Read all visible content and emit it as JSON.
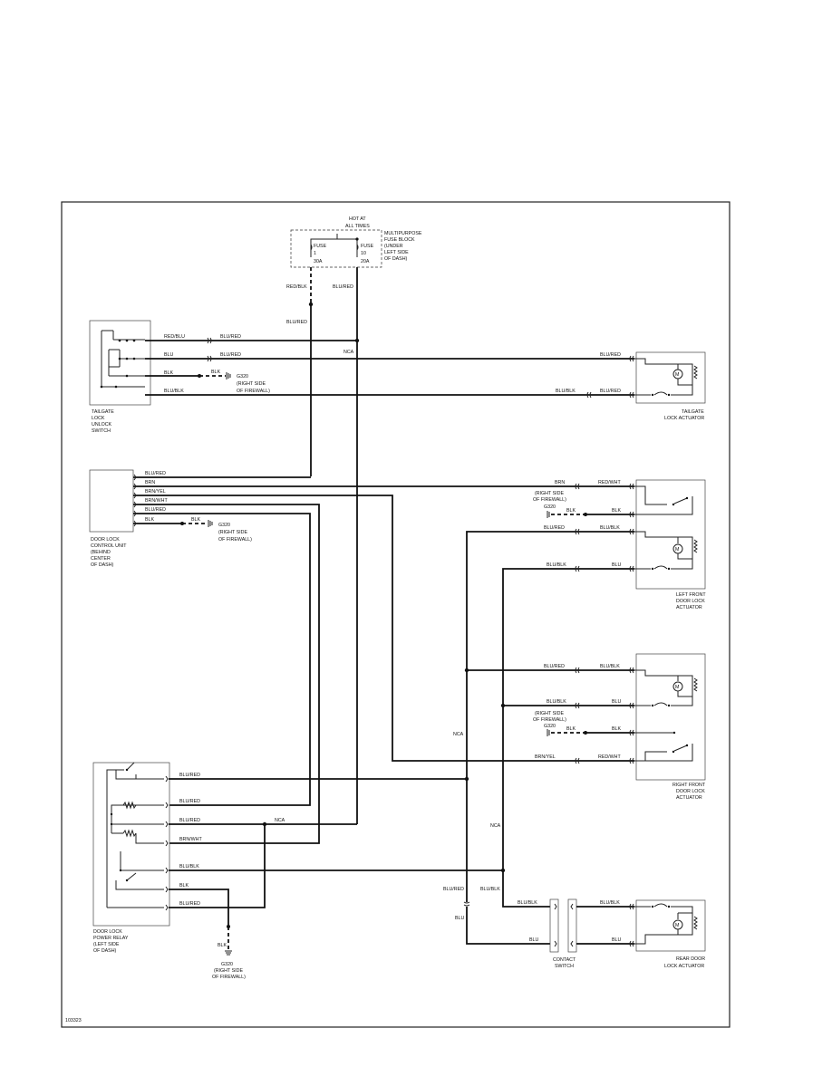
{
  "diagram_id": "103323",
  "power": {
    "hot_label": [
      "HOT AT",
      "ALL TIMES"
    ],
    "fuse_block_label": [
      "MULTIPURPOSE",
      "FUSE BLOCK",
      "(UNDER",
      "LEFT SIDE",
      "OF DASH)"
    ],
    "fuse_left": [
      "FUSE",
      "1",
      "30A"
    ],
    "fuse_right": [
      "FUSE",
      "10",
      "20A"
    ]
  },
  "components": {
    "tailgate_switch": [
      "TAILGATE",
      "LOCK",
      "UNLOCK",
      "SWITCH"
    ],
    "tailgate_actuator": [
      "TAILGATE",
      "LOCK ACTUATOR"
    ],
    "control_unit": [
      "DOOR LOCK",
      "CONTROL UNIT",
      "(BEHIND",
      "CENTER",
      "OF DASH)"
    ],
    "left_front": [
      "LEFT FRONT",
      "DOOR LOCK",
      "ACTUATOR"
    ],
    "right_front": [
      "RIGHT FRONT",
      "DOOR LOCK",
      "ACTUATOR"
    ],
    "relay": [
      "DOOR LOCK",
      "POWER RELAY",
      "(LEFT SIDE",
      "OF DASH)"
    ],
    "rear_door": [
      "REAR DOOR",
      "LOCK ACTUATOR"
    ],
    "contact_switch": [
      "CONTACT",
      "SWITCH"
    ]
  },
  "grounds": {
    "g1": [
      "G320",
      "(RIGHT SIDE",
      "OF FIREWALL)"
    ],
    "g2": [
      "G320",
      "(RIGHT SIDE",
      "OF FIREWALL)"
    ],
    "g3": [
      "(RIGHT SIDE",
      "OF FIREWALL)",
      "G320"
    ],
    "g4": [
      "(RIGHT SIDE",
      "OF FIREWALL)",
      "G320"
    ],
    "g5": [
      "G320",
      "(RIGHT SIDE",
      "OF FIREWALL)"
    ]
  },
  "wires": {
    "red_blk": "RED/BLK",
    "blu_red": "BLU/RED",
    "blu_blk": "BLU/BLK",
    "red_blu": "RED/BLU",
    "blu": "BLU",
    "blk": "BLK",
    "brn": "BRN",
    "brn_yel": "BRN/YEL",
    "brn_wht": "BRN/WHT",
    "red_wht": "RED/WHT",
    "nca": "NCA"
  }
}
